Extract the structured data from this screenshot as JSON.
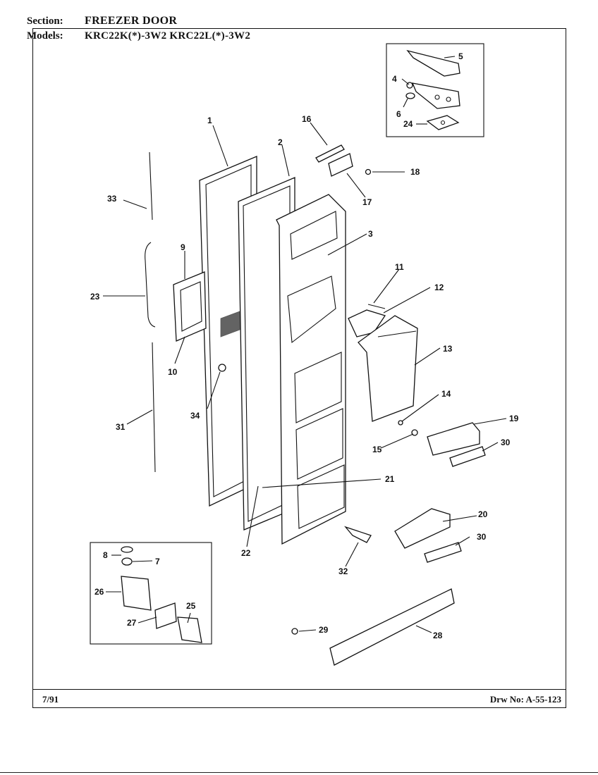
{
  "header": {
    "section_label": "Section:",
    "section_value": "FREEZER DOOR",
    "models_label": "Models:",
    "models_value": "KRC22K(*)-3W2  KRC22L(*)-3W2"
  },
  "footer": {
    "date": "7/91",
    "drawing_number": "Drw No: A-55-123"
  },
  "callouts": [
    "1",
    "2",
    "3",
    "4",
    "5",
    "6",
    "7",
    "8",
    "9",
    "10",
    "11",
    "12",
    "13",
    "14",
    "15",
    "16",
    "17",
    "18",
    "19",
    "20",
    "21",
    "22",
    "23",
    "24",
    "25",
    "26",
    "27",
    "28",
    "29",
    "30",
    "30",
    "31",
    "32",
    "33",
    "34"
  ]
}
